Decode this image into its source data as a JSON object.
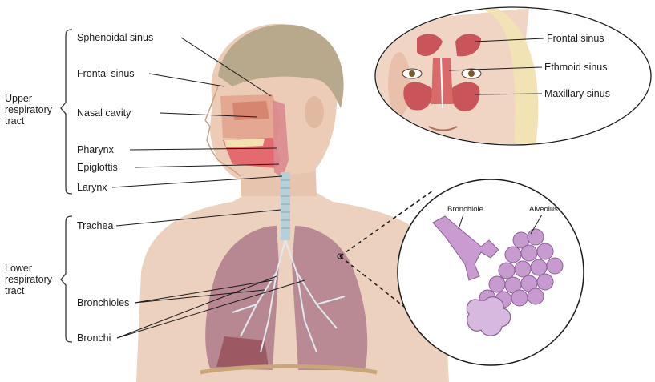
{
  "groups": {
    "upper": [
      "Upper",
      "respiratory",
      "tract"
    ],
    "lower": [
      "Lower",
      "respiratory",
      "tract"
    ]
  },
  "labels": {
    "sphenoidal": "Sphenoidal sinus",
    "frontal": "Frontal sinus",
    "nasal": "Nasal cavity",
    "pharynx": "Pharynx",
    "epiglottis": "Epiglottis",
    "larynx": "Larynx",
    "trachea": "Trachea",
    "bronchioles": "Bronchioles",
    "bronchi": "Bronchi"
  },
  "inset_sinus": {
    "frontal": "Frontal sinus",
    "ethmoid": "Ethmoid sinus",
    "maxillary": "Maxillary sinus"
  },
  "inset_alveoli": {
    "bronchiole": "Bronchiole",
    "alveolus": "Alveolus"
  },
  "colors": {
    "skin": "#e9c9b3",
    "hair": "#b8a78a",
    "lung": "#b98a92",
    "sinus": "#c9555a",
    "alveoli": "#c79bd0"
  }
}
